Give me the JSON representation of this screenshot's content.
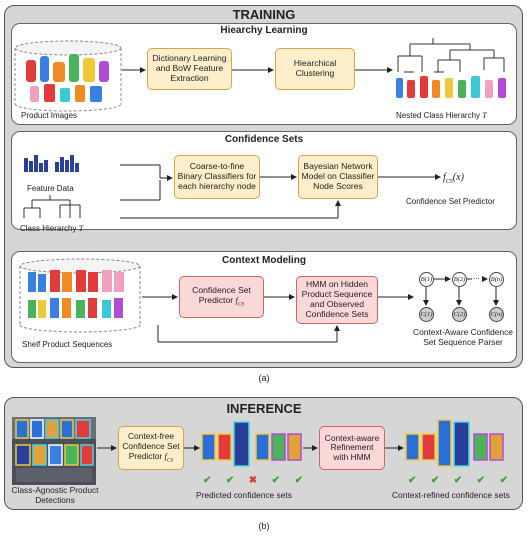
{
  "training": {
    "title": "TRAINING",
    "hierarchy": {
      "title": "Hiearchy Learning",
      "product_images": "Product Images",
      "dict_box": "Dictionary Learning and BoW Feature Extraction",
      "cluster_box": "Hiearchical Clustering",
      "nested": "Nested Class Hierarchy",
      "nested_sym": "T"
    },
    "confidence": {
      "title": "Confidence Sets",
      "feature_data": "Feature Data",
      "class_hierarchy": "Class Hierarchy",
      "class_sym": "T",
      "coarse_box": "Coarse-to-fine Binary Classifiers for each hierarchy node",
      "bayes_box": "Bayesian Network Model on Classifier Node Scores",
      "fcs": "f",
      "fcs_sub": "CS",
      "fcs_arg": "(x)",
      "predictor": "Confidence Set Predictor"
    },
    "context": {
      "title": "Context Modeling",
      "shelf": "Shelf Product Sequences",
      "csp_line1": "Confidence Set",
      "csp_line2": "Predictor",
      "csp_f": "f",
      "csp_sub": "CS",
      "hmm_box": "HMM on Hidden Product Sequence and Observed Confidence Sets",
      "parser": "Context-Aware Confidence Set Sequence Parser",
      "nodes_b": [
        "B(1)",
        "B(2)",
        "B(n)"
      ],
      "nodes_c": [
        "C(1)",
        "C(2)",
        "C(n)"
      ],
      "ellipsis": "..."
    }
  },
  "label_a": "(a)",
  "inference": {
    "title": "INFERENCE",
    "detections": "Class-Agnostic Product Detections",
    "cf_line1": "Context-free",
    "cf_line2": "Confidence Set",
    "cf_line3": "Predictor",
    "cf_f": "f",
    "cf_sub": "CS",
    "predicted": "Predicted confidence sets",
    "ca_box": "Context-aware Refinement with HMM",
    "refined": "Context-refined confidence sets",
    "predicted_marks": [
      "check",
      "check",
      "cross",
      "check",
      "check"
    ],
    "refined_marks": [
      "check",
      "check",
      "check",
      "check",
      "check"
    ]
  },
  "label_b": "(b)",
  "colors": {
    "panel_bg": "#d6d6d6",
    "yellow_fill": "#fdeecb",
    "yellow_border": "#d9a54a",
    "pink_fill": "#fbd8d8",
    "pink_border": "#d06565",
    "check": "#3aa33a",
    "cross": "#d63a3a",
    "bar_blue": "#2a3f9a"
  }
}
